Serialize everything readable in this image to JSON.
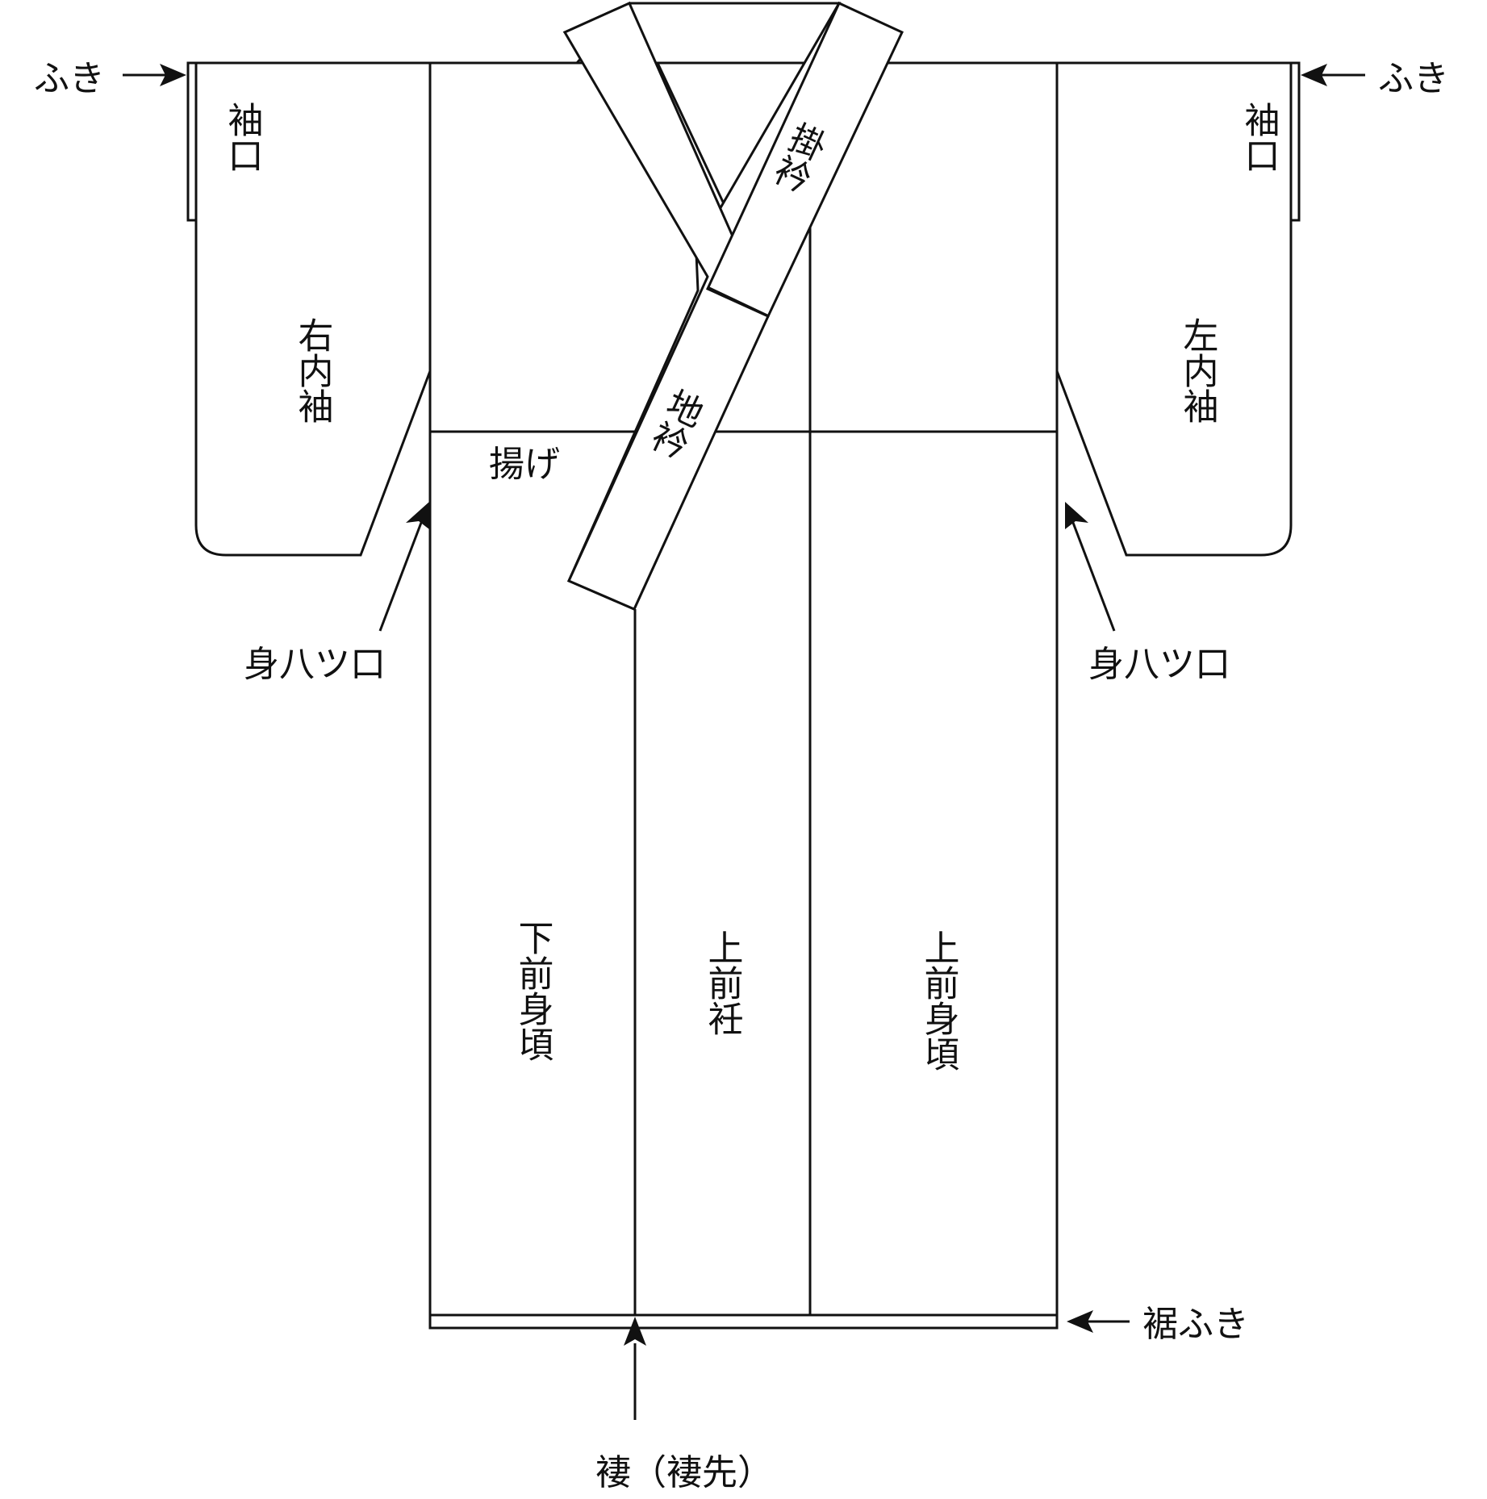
{
  "labels": {
    "fuki_left": "ふき",
    "fuki_right": "ふき",
    "sodeguchi_left": "袖口",
    "sodeguchi_right": "袖口",
    "migi_uchisode": "右内袖",
    "hidari_uchisode": "左内袖",
    "age": "揚げ",
    "kakeeri": "掛衿",
    "jieri": "地衿",
    "miyatsuguchi_left": "身八ツ口",
    "miyatsuguchi_right": "身八ツ口",
    "shita_maemigoro": "下前身頃",
    "uwa_maeokumi": "上前衽",
    "uwa_maemigoro": "上前身頃",
    "susofuki": "裾ふき",
    "tsuma": "褄（褄先）"
  },
  "colors": {
    "line": "#111111",
    "background": "#ffffff"
  }
}
